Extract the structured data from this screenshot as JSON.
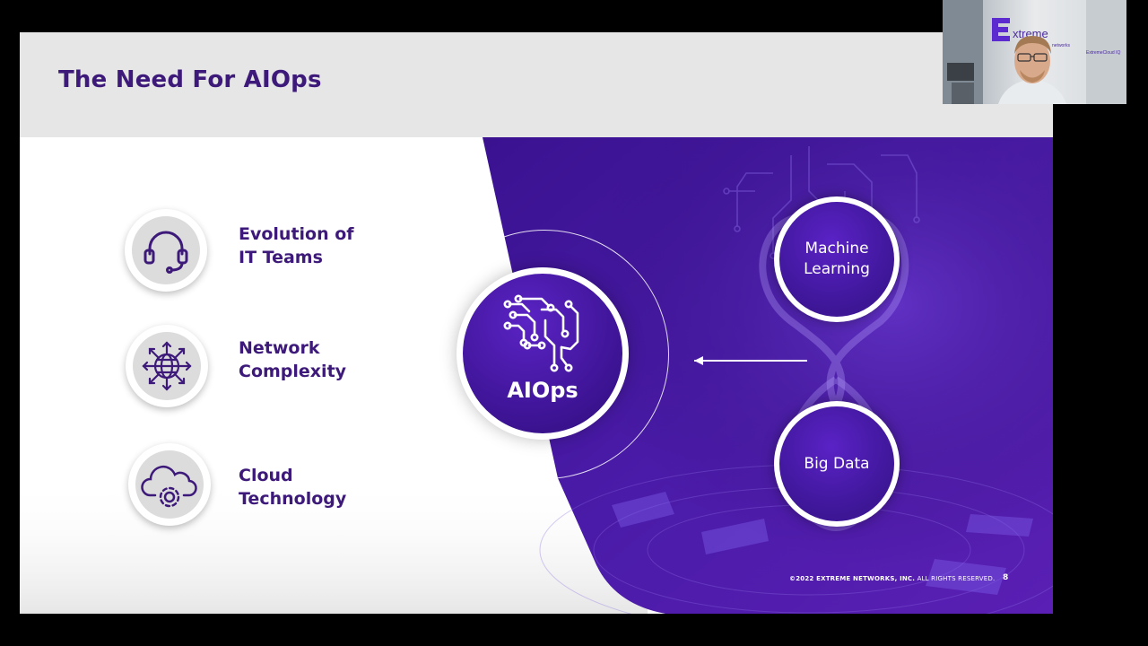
{
  "slide": {
    "title": "The Need For AIOps",
    "features": [
      {
        "line1": "Evolution of",
        "line2": "IT Teams",
        "icon": "headset-icon"
      },
      {
        "line1": "Network",
        "line2": "Complexity",
        "icon": "globe-arrows-icon"
      },
      {
        "line1": "Cloud",
        "line2": "Technology",
        "icon": "cloud-gear-icon"
      }
    ],
    "center": {
      "label": "AIOps",
      "icon": "circuit-brain-icon"
    },
    "infinity": {
      "top_line1": "Machine",
      "top_line2": "Learning",
      "bottom": "Big Data"
    },
    "footer": {
      "copyright_bold": "©2022 EXTREME NETWORKS, INC.",
      "copyright_rest": " ALL RIGHTS RESERVED.",
      "page_number": "8"
    }
  },
  "webcam": {
    "logo_text": "xtreme",
    "logo_sub": "networks",
    "wall_text": "ExtremeCloud IQ"
  },
  "colors": {
    "title": "#3d1a7a",
    "panel_dark": "#2a0b6e",
    "panel_mid": "#4a1ba8",
    "accent": "#5a23c4"
  }
}
